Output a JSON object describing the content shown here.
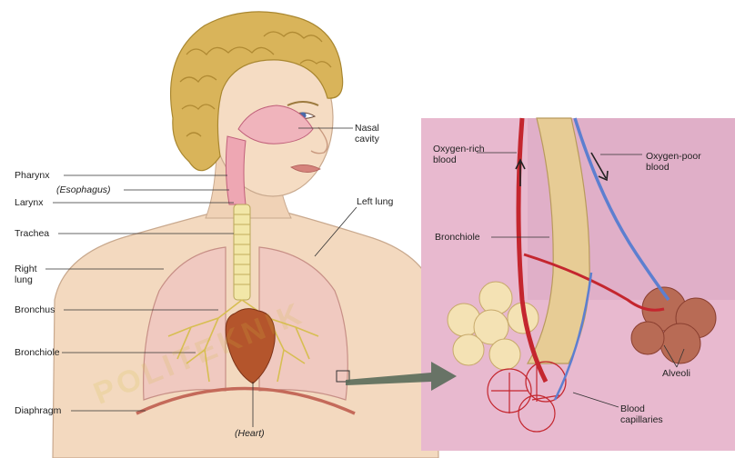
{
  "labels": {
    "nasal_cavity": "Nasal\ncavity",
    "pharynx": "Pharynx",
    "esophagus": "(Esophagus)",
    "larynx": "Larynx",
    "trachea": "Trachea",
    "right_lung": "Right\nlung",
    "bronchus": "Bronchus",
    "bronchiole_left": "Bronchiole",
    "diaphragm": "Diaphragm",
    "heart": "(Heart)",
    "left_lung": "Left lung",
    "oxygen_rich": "Oxygen-rich\nblood",
    "oxygen_poor": "Oxygen-poor\nblood",
    "bronchiole_inset": "Bronchiole",
    "alveoli": "Alveoli",
    "blood_capillaries": "Blood\ncapillaries"
  },
  "watermark": "POLITEKNIK",
  "colors": {
    "skin": "#f3d9bf",
    "hair": "#d9b45a",
    "lung": "#f0c9c0",
    "heart": "#b4552c",
    "inset_bg": "#e8b9cf",
    "artery": "#c4262e",
    "vein": "#5d7fd0",
    "alveoli_sac": "#f4e2b4",
    "arrow": "#5a6b5a"
  }
}
